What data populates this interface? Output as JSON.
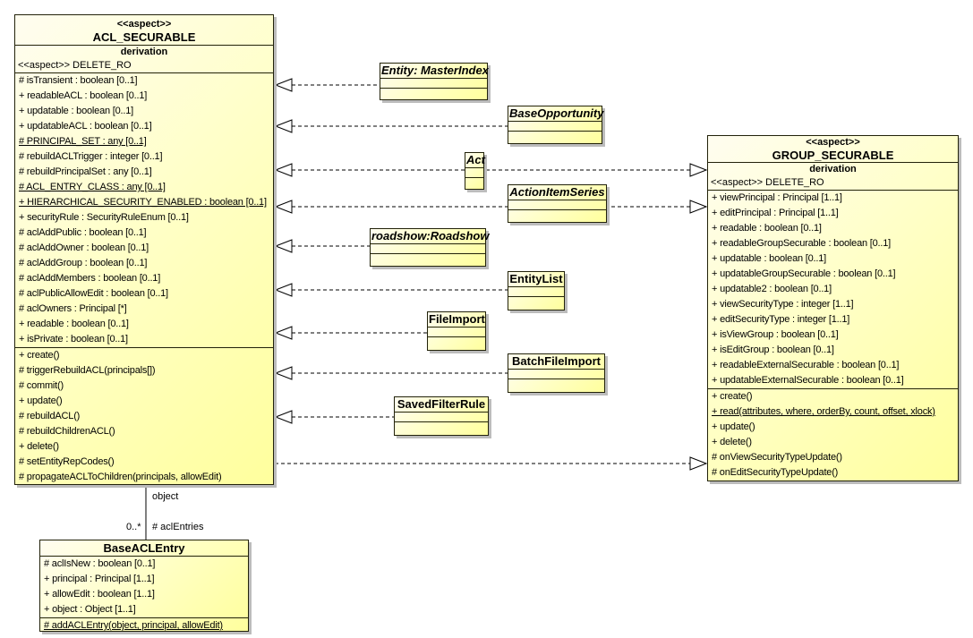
{
  "acl": {
    "stereotype": "<<aspect>>",
    "name": "ACL_SECURABLE",
    "derivation": "derivation",
    "delete_ro": "<<aspect>> DELETE_RO",
    "attributes": [
      {
        "t": "# isTransient : boolean [0..1]"
      },
      {
        "t": "+ readableACL : boolean [0..1]"
      },
      {
        "t": "+ updatable : boolean [0..1]"
      },
      {
        "t": "+ updatableACL : boolean [0..1]"
      },
      {
        "t": "# PRINCIPAL_SET : any [0..1]",
        "u": true
      },
      {
        "t": "# rebuildACLTrigger : integer [0..1]"
      },
      {
        "t": "# rebuildPrincipalSet : any [0..1]"
      },
      {
        "t": "# ACL_ENTRY_CLASS : any [0..1]",
        "u": true
      },
      {
        "t": "+ HIERARCHICAL_SECURITY_ENABLED : boolean [0..1]",
        "u": true
      },
      {
        "t": "+ securityRule : SecurityRuleEnum [0..1]"
      },
      {
        "t": "# aclAddPublic : boolean [0..1]"
      },
      {
        "t": "# aclAddOwner : boolean [0..1]"
      },
      {
        "t": "# aclAddGroup : boolean [0..1]"
      },
      {
        "t": "# aclAddMembers : boolean [0..1]"
      },
      {
        "t": "# aclPublicAllowEdit : boolean [0..1]"
      },
      {
        "t": "# aclOwners : Principal [*]"
      },
      {
        "t": "+ readable : boolean [0..1]"
      },
      {
        "t": "+ isPrivate : boolean [0..1]"
      }
    ],
    "operations": [
      {
        "t": "+ create()"
      },
      {
        "t": "# triggerRebuildACL(principals[])"
      },
      {
        "t": "# commit()"
      },
      {
        "t": "+ update()"
      },
      {
        "t": "# rebuildACL()"
      },
      {
        "t": "# rebuildChildrenACL()"
      },
      {
        "t": "+ delete()"
      },
      {
        "t": "# setEntityRepCodes()"
      },
      {
        "t": "# propagateACLToChildren(principals, allowEdit)"
      }
    ]
  },
  "group": {
    "stereotype": "<<aspect>>",
    "name": "GROUP_SECURABLE",
    "derivation": "derivation",
    "delete_ro": "<<aspect>> DELETE_RO",
    "attributes": [
      {
        "t": "+ viewPrincipal : Principal [1..1]"
      },
      {
        "t": "+ editPrincipal : Principal [1..1]"
      },
      {
        "t": "+ readable : boolean [0..1]"
      },
      {
        "t": "+ readableGroupSecurable : boolean [0..1]"
      },
      {
        "t": "+ updatable : boolean [0..1]"
      },
      {
        "t": "+ updatableGroupSecurable : boolean [0..1]"
      },
      {
        "t": "+ updatable2 : boolean [0..1]"
      },
      {
        "t": "+ viewSecurityType : integer [1..1]"
      },
      {
        "t": "+ editSecurityType : integer [1..1]"
      },
      {
        "t": "+ isViewGroup : boolean [0..1]"
      },
      {
        "t": "+ isEditGroup : boolean [0..1]"
      },
      {
        "t": "+ readableExternalSecurable : boolean [0..1]"
      },
      {
        "t": "+ updatableExternalSecurable : boolean [0..1]"
      }
    ],
    "operations": [
      {
        "t": "+ create()"
      },
      {
        "t": "+ read(attributes, where, orderBy, count, offset, xlock)",
        "u": true
      },
      {
        "t": "+ update()"
      },
      {
        "t": "+ delete()"
      },
      {
        "t": "# onViewSecurityTypeUpdate()"
      },
      {
        "t": "# onEditSecurityTypeUpdate()"
      }
    ]
  },
  "entities": [
    {
      "name": "Entity: MasterIndex",
      "abstract": true
    },
    {
      "name": "BaseOpportunity",
      "abstract": true
    },
    {
      "name": "Act",
      "abstract": true
    },
    {
      "name": "ActionItemSeries",
      "abstract": true
    },
    {
      "name": "roadshow:Roadshow",
      "abstract": true
    },
    {
      "name": "EntityList",
      "abstract": false
    },
    {
      "name": "FileImport",
      "abstract": false
    },
    {
      "name": "BatchFileImport",
      "abstract": false
    },
    {
      "name": "SavedFilterRule",
      "abstract": false
    }
  ],
  "base_acl_entry": {
    "name": "BaseACLEntry",
    "attributes": [
      {
        "t": "# aclIsNew : boolean [0..1]"
      },
      {
        "t": "+ principal : Principal [1..1]"
      },
      {
        "t": "+ allowEdit : boolean [1..1]"
      },
      {
        "t": "+ object : Object [1..1]"
      }
    ],
    "operations": [
      {
        "t": "# addACLEntry(object, principal, allowEdit)",
        "u": true
      }
    ]
  },
  "association": {
    "role_object": "object",
    "multiplicity": "0..*",
    "role_acl_entries": "# aclEntries"
  },
  "colors": {
    "box_fill_top": "#fffdf0",
    "box_fill_bottom": "#ffff9d",
    "box_border": "#22220a",
    "shadow": "#bcbcbc",
    "line": "#000000"
  }
}
